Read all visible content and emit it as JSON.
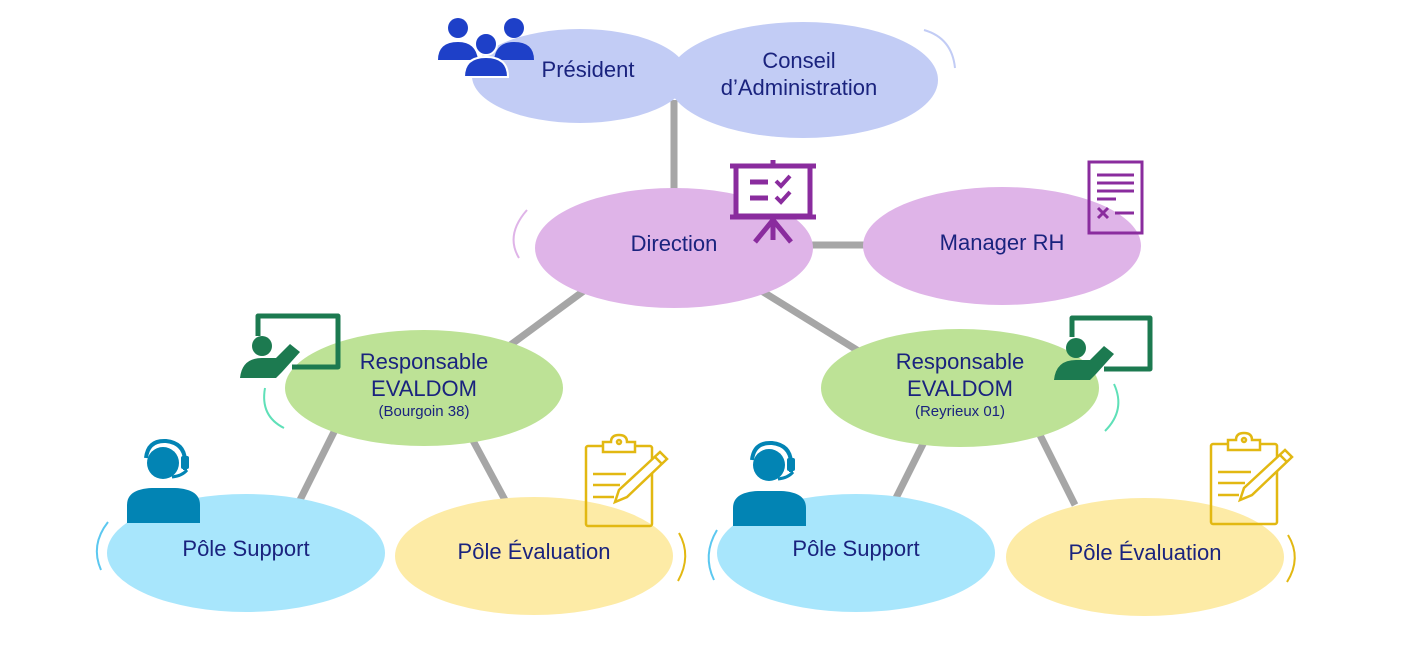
{
  "diagram": {
    "type": "org-chart",
    "colors": {
      "connector": "#a6a6a6",
      "text": "#1a237e",
      "governance_fill": "#c2ccf5",
      "governance_icon": "#1e40c8",
      "management_fill": "#dfb4e8",
      "management_icon": "#8a2c9e",
      "manager_fill": "#bde296",
      "manager_icon": "#1c7a50",
      "manager_arc": "#5fe0b8",
      "support_fill": "#a8e6fc",
      "support_icon": "#0284b4",
      "support_arc": "#5cc8f0",
      "evaluation_fill": "#fdeba6",
      "evaluation_icon": "#e2b812"
    },
    "nodes": {
      "president": {
        "label": "Président",
        "icon": "users-group-icon"
      },
      "conseil": {
        "line1": "Conseil",
        "line2": "d’Administration"
      },
      "direction": {
        "label": "Direction",
        "icon": "presentation-board-checklist-icon"
      },
      "manager_rh": {
        "label": "Manager RH",
        "icon": "document-form-icon"
      },
      "resp_bourgoin": {
        "line1": "Responsable",
        "line2": "EVALDOM",
        "line3": "(Bourgoin 38)",
        "icon": "teacher-whiteboard-icon"
      },
      "resp_reyrieux": {
        "line1": "Responsable",
        "line2": "EVALDOM",
        "line3": "(Reyrieux 01)",
        "icon": "teacher-whiteboard-icon"
      },
      "support_left": {
        "label": "Pôle Support",
        "icon": "headset-agent-icon"
      },
      "evaluation_left": {
        "label": "Pôle Évaluation",
        "icon": "clipboard-pencil-icon"
      },
      "support_right": {
        "label": "Pôle Support",
        "icon": "headset-agent-icon"
      },
      "evaluation_right": {
        "label": "Pôle Évaluation",
        "icon": "clipboard-pencil-icon"
      }
    },
    "edges": [
      [
        "conseil",
        "direction"
      ],
      [
        "direction",
        "manager_rh"
      ],
      [
        "direction",
        "resp_bourgoin"
      ],
      [
        "direction",
        "resp_reyrieux"
      ],
      [
        "resp_bourgoin",
        "support_left"
      ],
      [
        "resp_bourgoin",
        "evaluation_left"
      ],
      [
        "resp_reyrieux",
        "support_right"
      ],
      [
        "resp_reyrieux",
        "evaluation_right"
      ]
    ]
  }
}
